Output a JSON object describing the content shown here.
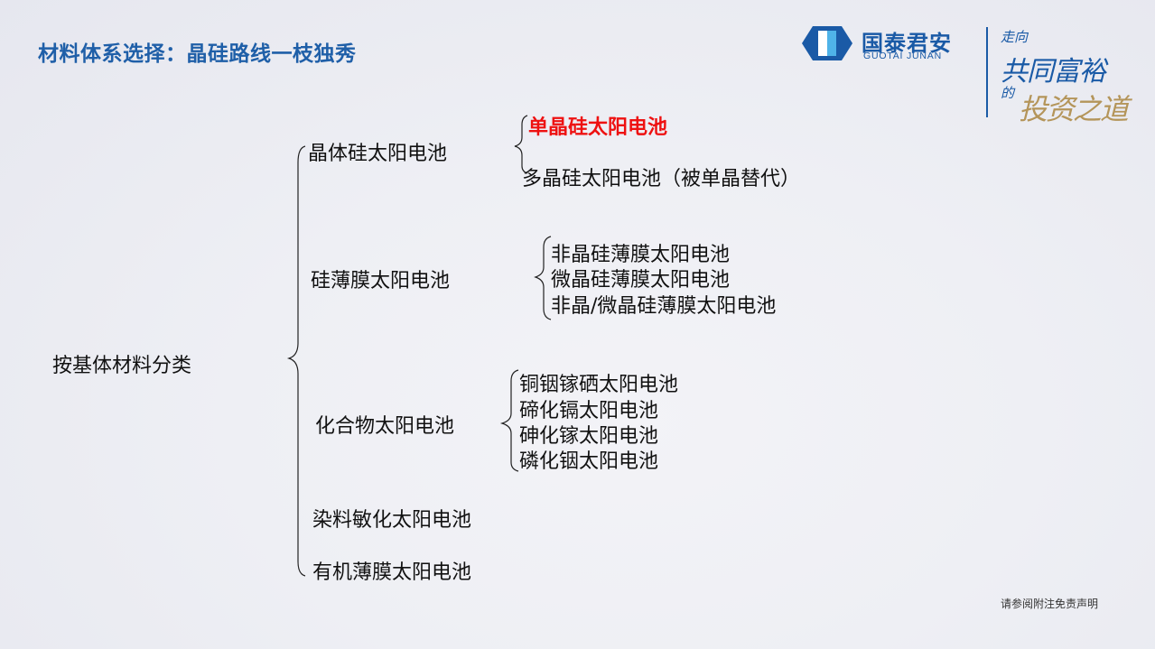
{
  "header": {
    "title": "材料体系选择：晶硅路线一枝独秀"
  },
  "logo": {
    "name_cn": "国泰君安",
    "name_en": "GUOTAI JUNAN",
    "colors": {
      "dark_blue": "#1a5aa6",
      "light_blue": "#4fb3e8"
    },
    "slogan_line1": "走向",
    "slogan_line2": "共同富裕",
    "slogan_line3": "的",
    "slogan_line4": "投资之道"
  },
  "diagram": {
    "root": "按基体材料分类",
    "branches": [
      {
        "label": "晶体硅太阳电池",
        "children": [
          {
            "label": "单晶硅太阳电池",
            "highlight": true,
            "color": "#ee1111"
          },
          {
            "label": "多晶硅太阳电池（被单晶替代）"
          }
        ]
      },
      {
        "label": "硅薄膜太阳电池",
        "children": [
          {
            "label": "非晶硅薄膜太阳电池"
          },
          {
            "label": "微晶硅薄膜太阳电池"
          },
          {
            "label": "非晶/微晶硅薄膜太阳电池"
          }
        ]
      },
      {
        "label": "化合物太阳电池",
        "children": [
          {
            "label": "铜铟镓硒太阳电池"
          },
          {
            "label": "碲化镉太阳电池"
          },
          {
            "label": "砷化镓太阳电池"
          },
          {
            "label": "磷化铟太阳电池"
          }
        ]
      },
      {
        "label": "染料敏化太阳电池",
        "children": []
      },
      {
        "label": "有机薄膜太阳电池",
        "children": []
      }
    ]
  },
  "footer": {
    "disclaimer": "请参阅附注免责声明"
  }
}
